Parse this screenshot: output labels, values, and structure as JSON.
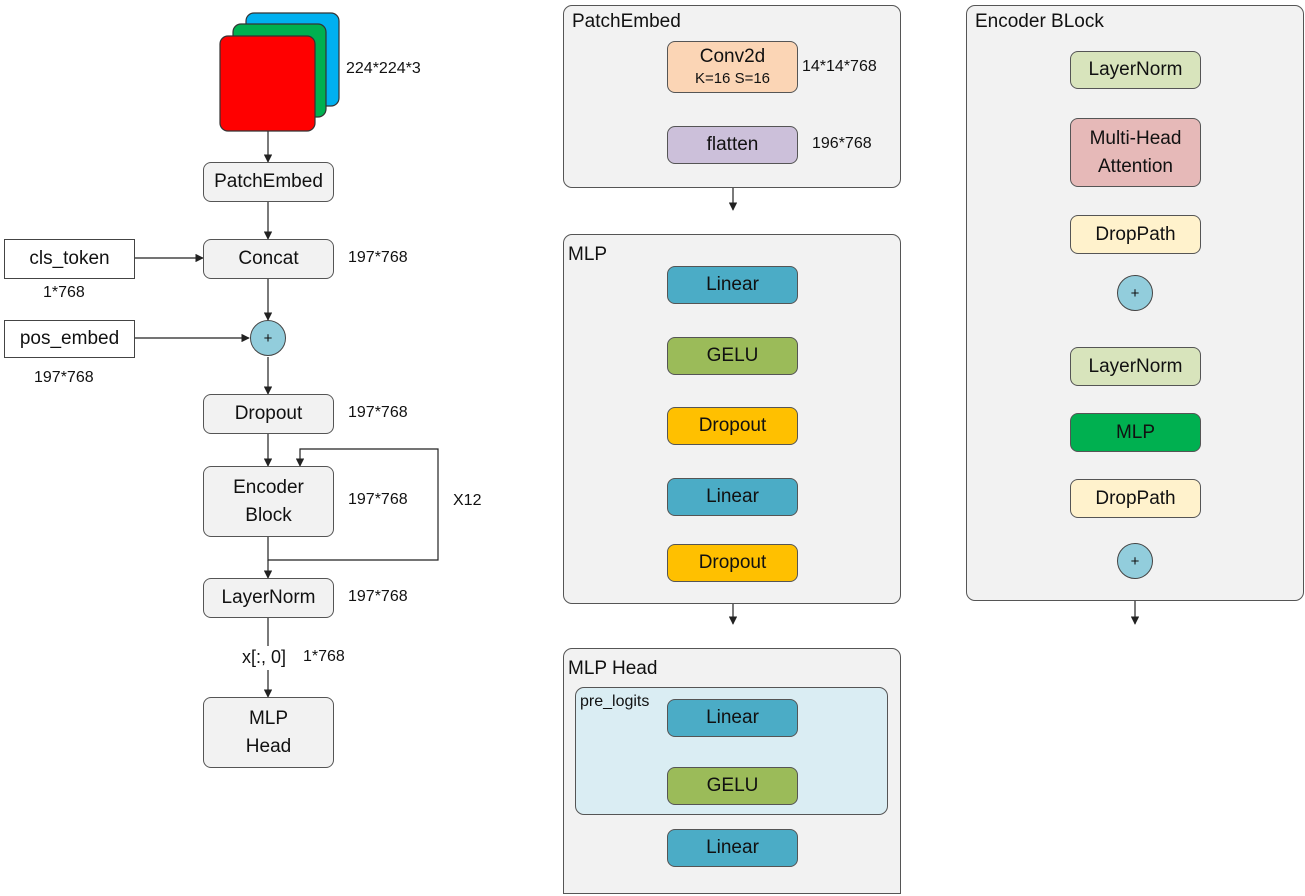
{
  "main": {
    "input_dim": "224*224*3",
    "patch_embed": "PatchEmbed",
    "cls_token": "cls_token",
    "cls_dim": "1*768",
    "concat": "Concat",
    "concat_dim": "197*768",
    "plus": "+",
    "pos_embed": "pos_embed",
    "pos_dim": "197*768",
    "dropout": "Dropout",
    "dropout_dim": "197*768",
    "encoder_block": "Encoder\nBlock",
    "encoder_dim": "197*768",
    "repeat": "X12",
    "layernorm": "LayerNorm",
    "layernorm_dim": "197*768",
    "slice": "x[:, 0]",
    "slice_dim": "1*768",
    "mlp_head": "MLP\nHead",
    "image_colors": [
      "#00b0f0",
      "#00b050",
      "#ff0000"
    ]
  },
  "patch_panel": {
    "title": "PatchEmbed",
    "conv": "Conv2d",
    "conv_params": "K=16 S=16",
    "conv_dim": "14*14*768",
    "flatten": "flatten",
    "flatten_dim": "196*768"
  },
  "mlp_panel": {
    "title": "MLP",
    "linear1": "Linear",
    "gelu": "GELU",
    "dropout1": "Dropout",
    "linear2": "Linear",
    "dropout2": "Dropout"
  },
  "head_panel": {
    "title": "MLP Head",
    "pre_logits": "pre_logits",
    "linear1": "Linear",
    "gelu": "GELU",
    "linear2": "Linear"
  },
  "encoder_panel": {
    "title": "Encoder BLock",
    "layernorm1": "LayerNorm",
    "attention": "Multi-Head\nAttention",
    "droppath1": "DropPath",
    "plus1": "+",
    "layernorm2": "LayerNorm",
    "mlp": "MLP",
    "droppath2": "DropPath",
    "plus2": "+"
  },
  "colors": {
    "grey_box": "#f2f2f2",
    "conv": "#fbd5b5",
    "flatten": "#ccc0da",
    "linear": "#4bacc6",
    "gelu": "#9bbb59",
    "dropout": "#ffc000",
    "layernorm": "#d8e4bc",
    "attention": "#e6b9b8",
    "droppath": "#fff2cc",
    "mlp": "#00b050",
    "plus": "#92cddc",
    "pre_logits_bg": "#daedf3"
  }
}
